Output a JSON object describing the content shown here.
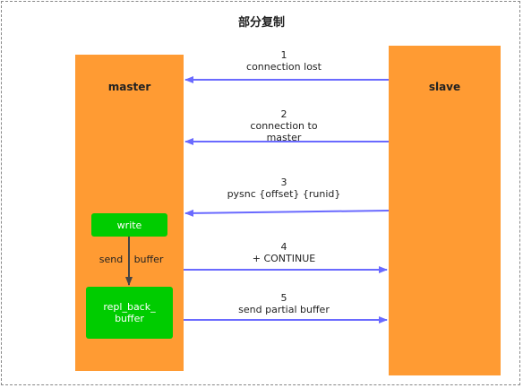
{
  "title": "部分复制",
  "master": {
    "label": "master",
    "color": "#ff9b33"
  },
  "slave": {
    "label": "slave",
    "color": "#ff9b33"
  },
  "write_box": {
    "label": "write",
    "color": "#00cc00"
  },
  "repl_box": {
    "line1": "repl_back_",
    "line2": "buffer",
    "color": "#00cc00"
  },
  "send_buffer": {
    "left": "send",
    "right": "buffer"
  },
  "arrow_color": "#6a6aff",
  "steps": [
    {
      "num": "1",
      "line1": "connection lost",
      "line2": "",
      "direction": "to-master"
    },
    {
      "num": "2",
      "line1": "connection to",
      "line2": "master",
      "direction": "to-master"
    },
    {
      "num": "3",
      "line1": "pysnc {offset} {runid}",
      "line2": "",
      "direction": "to-master"
    },
    {
      "num": "4",
      "line1": "+ CONTINUE",
      "line2": "",
      "direction": "to-slave"
    },
    {
      "num": "5",
      "line1": "send partial buffer",
      "line2": "",
      "direction": "to-slave"
    }
  ]
}
